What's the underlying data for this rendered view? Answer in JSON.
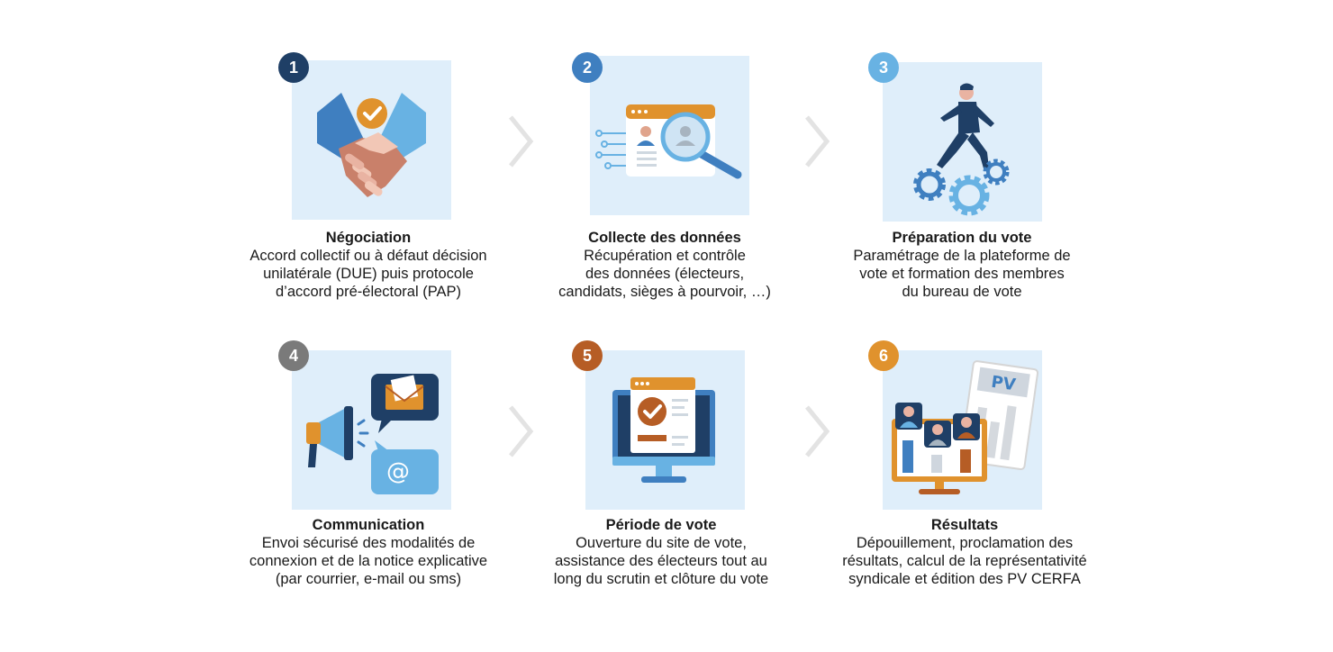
{
  "steps": [
    {
      "number": "1",
      "badge_color": "#1f3f66",
      "icon": "handshake-icon",
      "title": "Négociation",
      "lines": [
        "Accord collectif ou à défaut décision",
        "unilatérale (DUE) puis protocole",
        "d’accord pré-électoral (PAP)"
      ]
    },
    {
      "number": "2",
      "badge_color": "#3f7fc0",
      "icon": "data-search-icon",
      "title": "Collecte des données",
      "lines": [
        "Récupération et contrôle",
        "des données (électeurs,",
        "candidats, sièges à pourvoir, …)"
      ]
    },
    {
      "number": "3",
      "badge_color": "#68b2e3",
      "icon": "person-gears-icon",
      "title": "Préparation du vote",
      "lines": [
        "Paramétrage de la plateforme de",
        "vote et formation des membres",
        "du bureau de vote"
      ]
    },
    {
      "number": "4",
      "badge_color": "#7a7a7a",
      "icon": "megaphone-icon",
      "title": "Communication",
      "lines": [
        "Envoi sécurisé des modalités de",
        "connexion et de la notice explicative",
        "(par courrier, e-mail ou sms)"
      ]
    },
    {
      "number": "5",
      "badge_color": "#b65d25",
      "icon": "computer-vote-icon",
      "title": "Période de vote",
      "lines": [
        "Ouverture du site de vote,",
        "assistance des électeurs tout au",
        "long du scrutin et clôture du vote"
      ]
    },
    {
      "number": "6",
      "badge_color": "#e0922d",
      "icon": "results-icon",
      "title": "Résultats",
      "lines": [
        "Dépouillement, proclamation des",
        "résultats, calcul de la représentativité",
        "syndicale et édition des PV CERFA"
      ]
    }
  ],
  "pv_label": "PV",
  "colors": {
    "panel": "#dfeefa",
    "arrow": "#e3e3e3",
    "blue_dark": "#1f3f66",
    "blue": "#3f7fc0",
    "blue_light": "#68b2e3",
    "orange": "#e0922d",
    "brown": "#b65d25"
  }
}
